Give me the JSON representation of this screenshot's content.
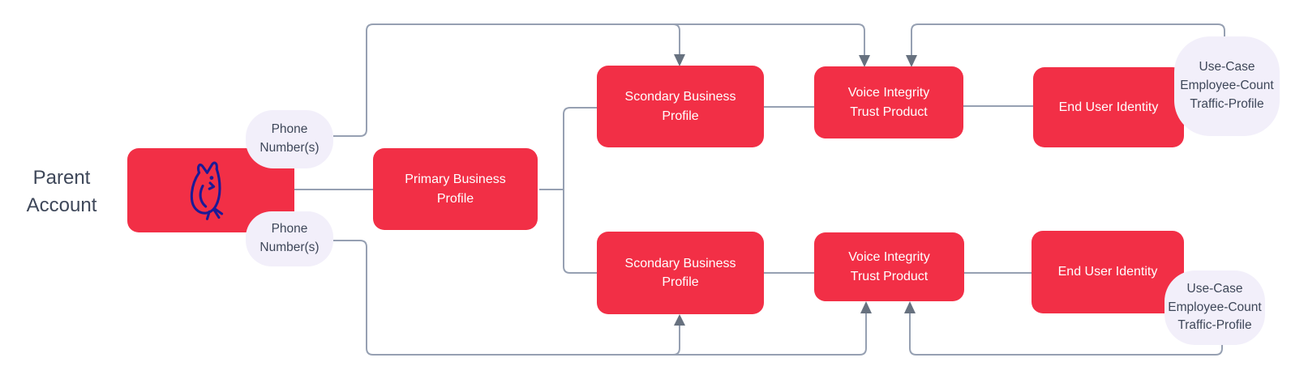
{
  "colors": {
    "node_red": "#F22F46",
    "bubble_lavender": "#F2EFFA",
    "connector_gray": "#96A0B2",
    "arrow_gray": "#67717F",
    "dark_text": "#3E4759",
    "node_text": "#FFFFFF",
    "owl_navy": "#1C1A96"
  },
  "labels": {
    "parent_account": "Parent\nAccount",
    "phone_numbers": "Phone\nNumber(s)",
    "primary_business_profile": "Primary Business\nProfile",
    "secondary_business_profile": "Scondary Business\nProfile",
    "voice_integrity_trust_product": "Voice Integrity\nTrust Product",
    "end_user_identity": "End User Identity",
    "use_case_traffic": "Use-Case\nEmployee-Count\nTraffic-Profile"
  },
  "icons": {
    "parent_logo": "owl-icon"
  }
}
